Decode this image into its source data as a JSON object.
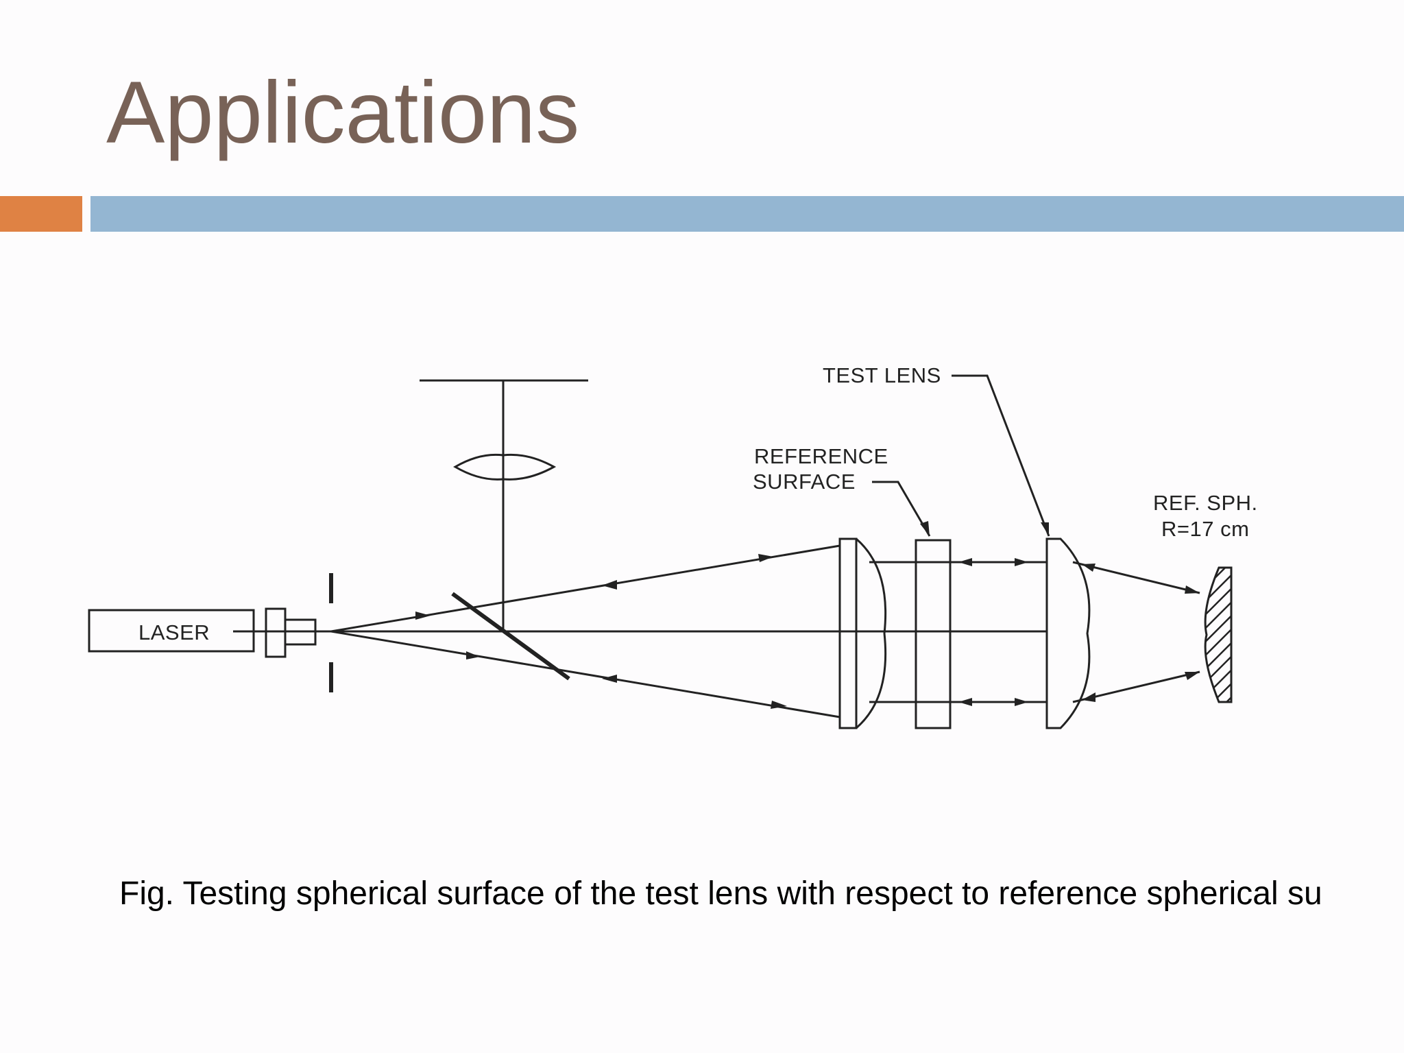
{
  "slide": {
    "title": "Applications",
    "caption": "Fig. Testing spherical surface of the test lens with respect to reference spherical su"
  },
  "diagram": {
    "labels": {
      "laser": "LASER",
      "test_lens": "TEST LENS",
      "reference_surface_line1": "REFERENCE",
      "reference_surface_line2": "SURFACE",
      "ref_sph_line1": "REF. SPH.",
      "ref_sph_line2": "R=17 cm"
    }
  },
  "colors": {
    "title": "#786257",
    "accent_orange": "#df8244",
    "accent_blue": "#94b6d2",
    "background": "#fdfcfd"
  }
}
